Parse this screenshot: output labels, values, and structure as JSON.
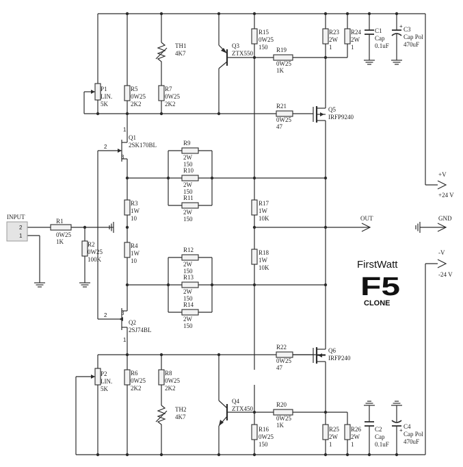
{
  "input_conn": {
    "title": "INPUT",
    "pin1": "2",
    "pin2": "1"
  },
  "components": {
    "R1": {
      "ref": "R1",
      "l1": "0W25",
      "l2": "1K"
    },
    "R2": {
      "ref": "R2",
      "l1": "0W25",
      "l2": "100K"
    },
    "P1": {
      "ref": "P1",
      "l1": "LIN.",
      "l2": "5K"
    },
    "P2": {
      "ref": "P2",
      "l1": "LIN.",
      "l2": "5K"
    },
    "R5": {
      "ref": "R5",
      "l1": "0W25",
      "l2": "2K2"
    },
    "R6": {
      "ref": "R6",
      "l1": "0W25",
      "l2": "2K2"
    },
    "R7": {
      "ref": "R7",
      "l1": "0W25",
      "l2": "2K2"
    },
    "R8": {
      "ref": "R8",
      "l1": "0W25",
      "l2": "2K2"
    },
    "TH1": {
      "ref": "TH1",
      "l1": "4K7"
    },
    "TH2": {
      "ref": "TH2",
      "l1": "4K7"
    },
    "Q1": {
      "ref": "Q1",
      "l1": "2SK170BL"
    },
    "Q2": {
      "ref": "Q2",
      "l1": "2SJ74BL"
    },
    "R3": {
      "ref": "R3",
      "l1": "1W",
      "l2": "10"
    },
    "R4": {
      "ref": "R4",
      "l1": "1W",
      "l2": "10"
    },
    "R9": {
      "ref": "R9",
      "l1": "2W",
      "l2": "150"
    },
    "R10": {
      "ref": "R10",
      "l1": "2W",
      "l2": "150"
    },
    "R11": {
      "ref": "R11",
      "l1": "2W",
      "l2": "150"
    },
    "R12": {
      "ref": "R12",
      "l1": "2W",
      "l2": "150"
    },
    "R13": {
      "ref": "R13",
      "l1": "2W",
      "l2": "150"
    },
    "R14": {
      "ref": "R14",
      "l1": "2W",
      "l2": "150"
    },
    "Q3": {
      "ref": "Q3",
      "l1": "ZTX550"
    },
    "Q4": {
      "ref": "Q4",
      "l1": "ZTX450"
    },
    "R15": {
      "ref": "R15",
      "l1": "0W25",
      "l2": "150"
    },
    "R16": {
      "ref": "R16",
      "l1": "0W25",
      "l2": "150"
    },
    "R19": {
      "ref": "R19",
      "l1": "0W25",
      "l2": "1K"
    },
    "R20": {
      "ref": "R20",
      "l1": "0W25",
      "l2": "1K"
    },
    "R21": {
      "ref": "R21",
      "l1": "0W25",
      "l2": "47"
    },
    "R22": {
      "ref": "R22",
      "l1": "0W25",
      "l2": "47"
    },
    "Q5": {
      "ref": "Q5",
      "l1": "IRFP9240"
    },
    "Q6": {
      "ref": "Q6",
      "l1": "IRFP240"
    },
    "R17": {
      "ref": "R17",
      "l1": "1W",
      "l2": "10K"
    },
    "R18": {
      "ref": "R18",
      "l1": "1W",
      "l2": "10K"
    },
    "R23": {
      "ref": "R23",
      "l1": "2W",
      "l2": "1"
    },
    "R24": {
      "ref": "R24",
      "l1": "2W",
      "l2": "1"
    },
    "R25": {
      "ref": "R25",
      "l1": "2W",
      "l2": "1"
    },
    "R26": {
      "ref": "R26",
      "l1": "2W",
      "l2": "1"
    },
    "C1": {
      "ref": "C1",
      "l1": "Cap",
      "l2": "0.1uF"
    },
    "C2": {
      "ref": "C2",
      "l1": "Cap",
      "l2": "0.1uF"
    },
    "C3": {
      "ref": "C3",
      "l1": "Cap Pol",
      "l2": "470uF"
    },
    "C4": {
      "ref": "C4",
      "l1": "Cap Pol",
      "l2": "470uF"
    }
  },
  "pins": {
    "q1_d": "1",
    "q1_g": "2",
    "q1_s": "3",
    "q2_s": "3",
    "q2_g": "2",
    "q2_d": "1"
  },
  "rails": {
    "pos_name": "+V",
    "pos_value": "+24 V",
    "neg_name": "-V",
    "neg_value": "-24 V",
    "out": "OUT",
    "gnd": "GND"
  },
  "logo": {
    "brand": "FirstWatt",
    "model": "F5",
    "sub": "CLONE"
  }
}
